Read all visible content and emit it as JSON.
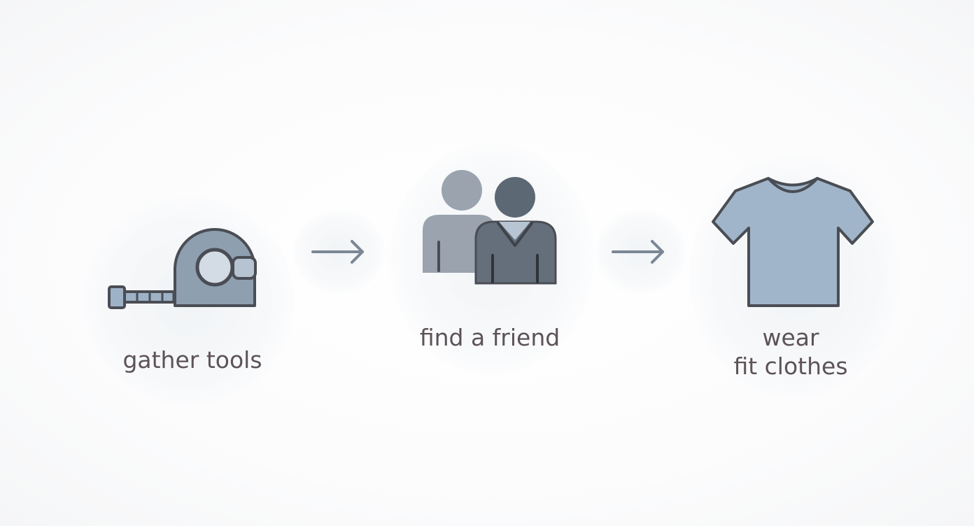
{
  "steps": [
    {
      "icon": "tape-measure-icon",
      "label": "gather tools"
    },
    {
      "icon": "two-people-icon",
      "label": "find a friend"
    },
    {
      "icon": "t-shirt-icon",
      "label_line1": "wear",
      "label_line2": "fit clothes"
    }
  ],
  "colors": {
    "label_text": "#5d5356",
    "outline": "#4a4d54",
    "icon_light": "#9eb2c7",
    "icon_mid": "#8e97a2",
    "icon_dark": "#626e7b",
    "arrow": "#7b8794"
  }
}
